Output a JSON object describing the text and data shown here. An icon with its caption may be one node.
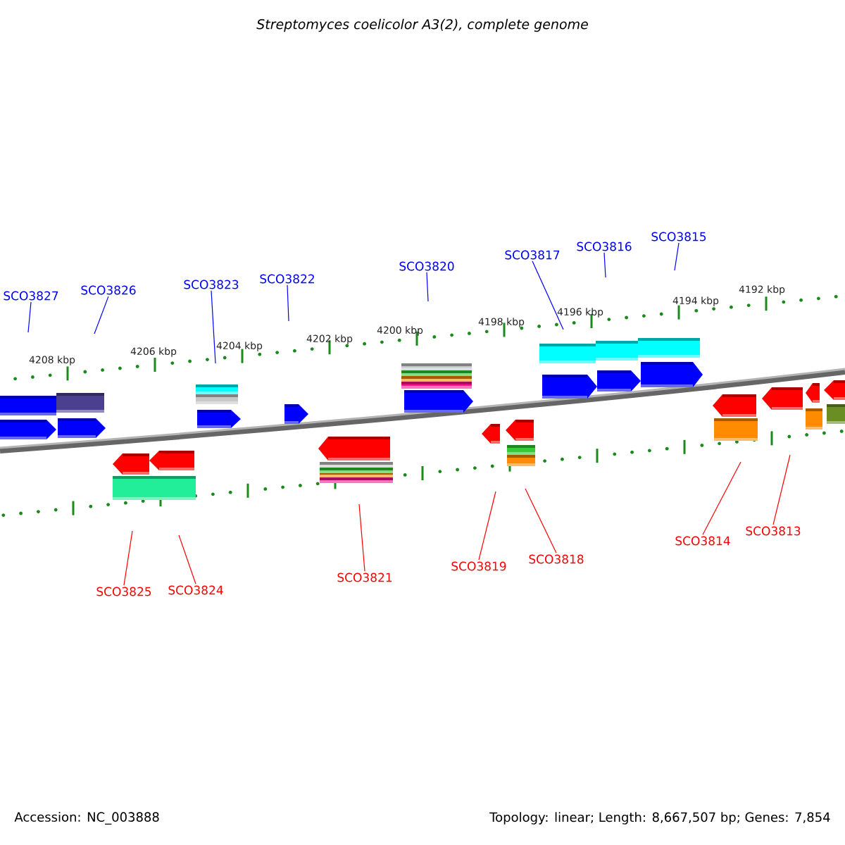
{
  "diagram": {
    "title": "Streptomyces coelicolor A3(2), complete genome",
    "nodes": [
      {
        "text": [
          "SCO3827"
        ]
      },
      {
        "text": [
          "SCO3826"
        ]
      },
      {
        "text": [
          "SCO3823"
        ]
      },
      {
        "text": [
          "SCO3822"
        ]
      },
      {
        "text": [
          "SCO3820"
        ]
      },
      {
        "text": [
          "SCO3817"
        ]
      },
      {
        "text": [
          "SCO3816"
        ]
      },
      {
        "text": [
          "SCO3815"
        ]
      },
      {
        "text": [
          "SCO3825"
        ]
      },
      {
        "text": [
          "SCO3824"
        ]
      },
      {
        "text": [
          "SCO3821"
        ]
      },
      {
        "text": [
          "SCO3819"
        ]
      },
      {
        "text": [
          "SCO3818"
        ]
      },
      {
        "text": [
          "SCO3814"
        ]
      },
      {
        "text": [
          "SCO3813"
        ]
      }
    ],
    "edges": [
      {
        "from": 0,
        "to": null,
        "arrow": "none",
        "color": "#0000ff"
      },
      {
        "from": 1,
        "to": null,
        "arrow": "none",
        "color": "#0000ff"
      },
      {
        "from": 2,
        "to": null,
        "arrow": "none",
        "color": "#0000ff"
      },
      {
        "from": 3,
        "to": null,
        "arrow": "none",
        "color": "#0000ff"
      },
      {
        "from": 4,
        "to": null,
        "arrow": "none",
        "color": "#0000ff"
      },
      {
        "from": 5,
        "to": null,
        "arrow": "none",
        "color": "#0000ff"
      },
      {
        "from": 6,
        "to": null,
        "arrow": "none",
        "color": "#0000ff"
      },
      {
        "from": 7,
        "to": null,
        "arrow": "none",
        "color": "#0000ff"
      },
      {
        "from": 8,
        "to": null,
        "arrow": "none",
        "color": "#ff0000"
      },
      {
        "from": 9,
        "to": null,
        "arrow": "none",
        "color": "#ff0000"
      },
      {
        "from": 10,
        "to": null,
        "arrow": "none",
        "color": "#ff0000"
      },
      {
        "from": 11,
        "to": null,
        "arrow": "none",
        "color": "#ff0000"
      },
      {
        "from": 12,
        "to": null,
        "arrow": "none",
        "color": "#ff0000"
      },
      {
        "from": 13,
        "to": null,
        "arrow": "none",
        "color": "#ff0000"
      },
      {
        "from": 14,
        "to": null,
        "arrow": "none",
        "color": "#ff0000"
      }
    ],
    "labels": [
      "4192 kbp",
      "4194 kbp",
      "4196 kbp",
      "4198 kbp",
      "4200 kbp",
      "4202 kbp",
      "4204 kbp",
      "4206 kbp",
      "4208 kbp",
      "Accession: NC_003888",
      "Topology: linear; Length: 8,667,507 bp; Genes: 7,854"
    ]
  }
}
